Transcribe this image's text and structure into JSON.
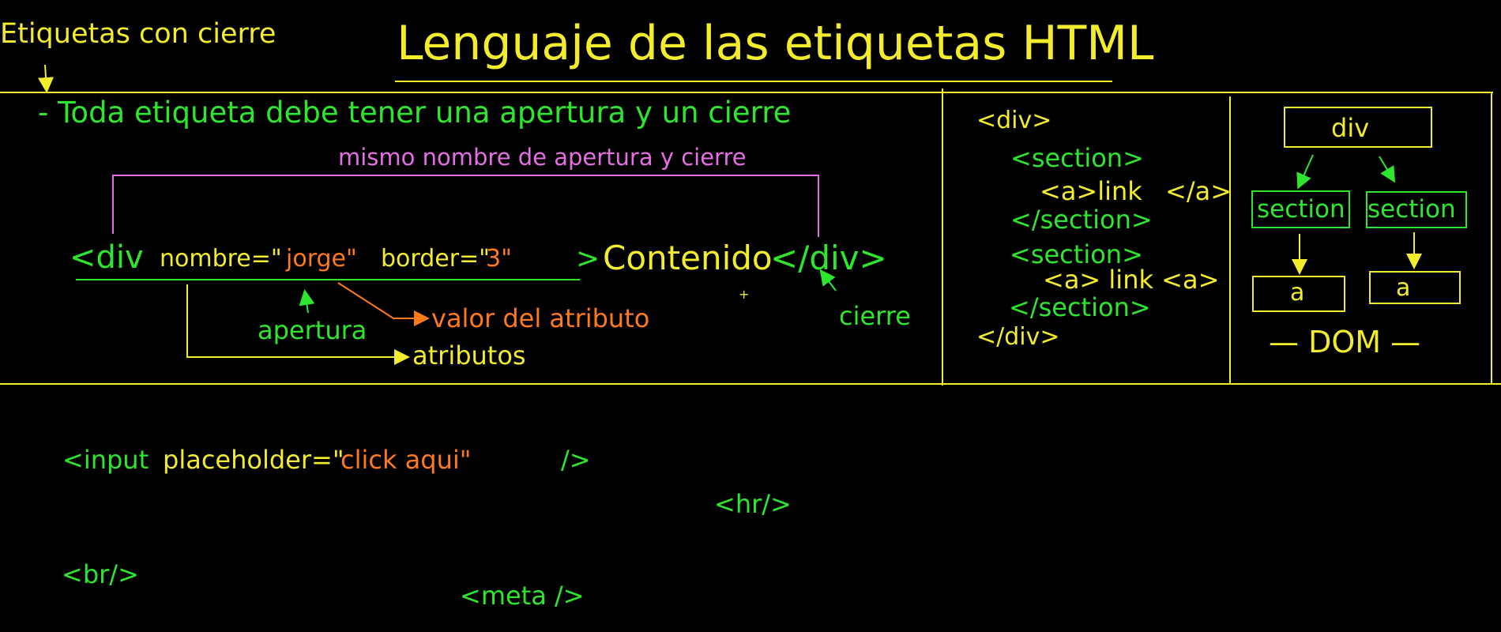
{
  "page": {
    "title": "Lenguaje de las etiquetas HTML",
    "corner_label": "Etiquetas con cierre"
  },
  "colors": {
    "background": "#000000",
    "yellow": "#f2ec2c",
    "green": "#2ee62e",
    "orange": "#ff7a1a",
    "pink": "#e46ee4"
  },
  "rule_text": "- Toda etiqueta debe tener una apertura y un cierre",
  "example": {
    "same_name_note": "mismo nombre de apertura y cierre",
    "open_tag": "<div",
    "attr1_name": "nombre=\"",
    "attr1_value": "jorge\"",
    "attr2_name": "border=\"",
    "attr2_value": "3\"",
    "open_close": ">",
    "content": "Contenido",
    "close_tag": "</div>",
    "label_opening": "apertura",
    "label_attr_value": "valor del atributo",
    "label_attributes": "atributos",
    "label_closing": "cierre",
    "plus_mark": "+"
  },
  "nested_code": {
    "line1": "<div>",
    "line2": "<section>",
    "line3_a": "<a>link",
    "line3_b": "</a>",
    "line4": "</section>",
    "line5": "<section>",
    "line6": "<a> link  <a>",
    "line7": "</section>",
    "line8": "</div>"
  },
  "dom_tree": {
    "root": "div",
    "child1": "section",
    "child2": "section",
    "leaf1": "a",
    "leaf2": "a",
    "caption": "—  DOM  —"
  },
  "self_closing": {
    "input_tag": "<input",
    "input_attr": "placeholder=\"",
    "input_value": "click aqui\"",
    "input_end": "/>",
    "hr": "<hr/>",
    "br": "<br/>",
    "meta": "<meta />"
  }
}
